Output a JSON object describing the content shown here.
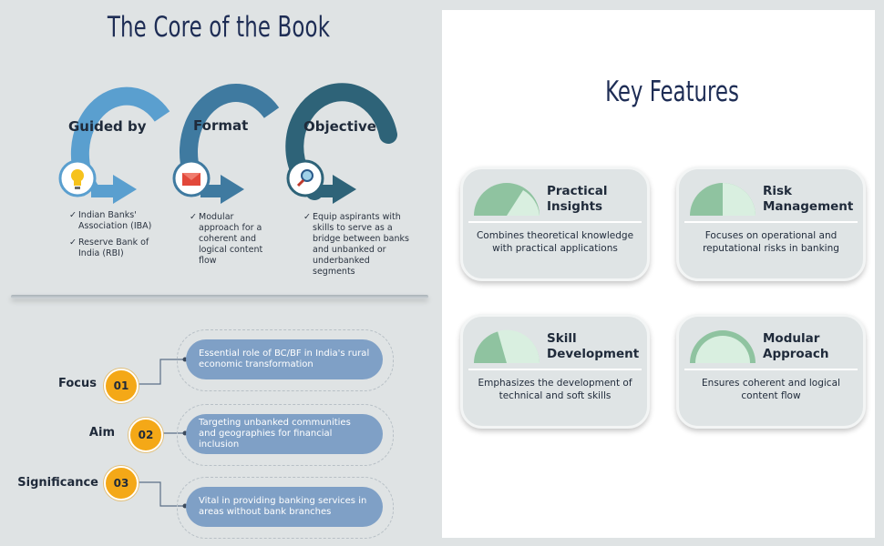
{
  "left": {
    "title": "The Core of the Book",
    "stages": [
      {
        "label": "Guided by",
        "icon": "lightbulb-icon",
        "items": [
          "Indian Banks' Association (IBA)",
          "Reserve Bank of India (RBI)"
        ]
      },
      {
        "label": "Format",
        "icon": "envelope-icon",
        "items": [
          "Modular approach for a coherent and logical content flow"
        ]
      },
      {
        "label": "Objective",
        "icon": "magnifier-icon",
        "items": [
          "Equip aspirants with skills to serve as a bridge between banks and unbanked or underbanked segments"
        ]
      }
    ],
    "points": [
      {
        "label": "Focus",
        "number": "01",
        "text": "Essential role of BC/BF in India's rural economic transformation"
      },
      {
        "label": "Aim",
        "number": "02",
        "text": "Targeting unbanked communities and geographies for financial inclusion"
      },
      {
        "label": "Significance",
        "number": "03",
        "text": "Vital in providing banking services in areas without bank branches"
      }
    ]
  },
  "right": {
    "title": "Key Features",
    "cards": [
      {
        "title": "Practical Insights",
        "desc": "Combines theoretical knowledge with practical applications"
      },
      {
        "title": "Risk Management",
        "desc": "Focuses on operational and reputational risks in banking"
      },
      {
        "title": "Skill Development",
        "desc": "Emphasizes the development of technical and soft skills"
      },
      {
        "title": "Modular Approach",
        "desc": "Ensures coherent and logical content flow"
      }
    ]
  },
  "colors": {
    "arc1": "#5a9fcf",
    "arc2": "#3f7aa0",
    "arc3": "#2e6378",
    "badge": "#f4a817",
    "pill": "#7fa0c6",
    "gauge": "#8fc3a0",
    "title": "#1e2d55"
  }
}
